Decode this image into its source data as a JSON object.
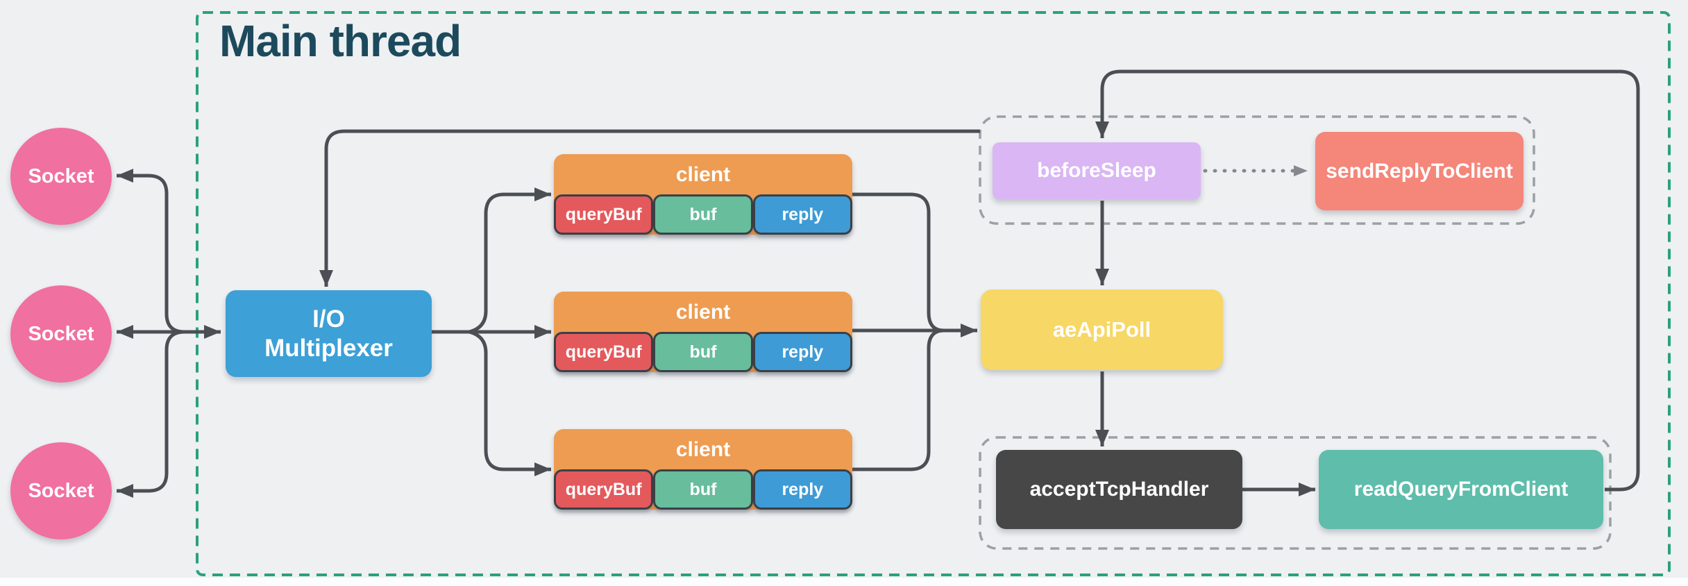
{
  "title": "Main thread",
  "sockets": [
    {
      "label": "Socket"
    },
    {
      "label": "Socket"
    },
    {
      "label": "Socket"
    }
  ],
  "multiplexer": {
    "line1": "I/O",
    "line2": "Multiplexer"
  },
  "clients": [
    {
      "title": "client",
      "fields": [
        "queryBuf",
        "buf",
        "reply"
      ]
    },
    {
      "title": "client",
      "fields": [
        "queryBuf",
        "buf",
        "reply"
      ]
    },
    {
      "title": "client",
      "fields": [
        "queryBuf",
        "buf",
        "reply"
      ]
    }
  ],
  "event_loop": {
    "before_sleep": "beforeSleep",
    "send_reply": "sendReplyToClient",
    "ae_api_poll": "aeApiPoll",
    "accept_tcp": "acceptTcpHandler",
    "read_query": "readQueryFromClient"
  },
  "colors": {
    "background": "#eef0f2",
    "main_thread_border": "#2aa17c",
    "title_text": "#1c4a5c",
    "socket_pink": "#f0709f",
    "multiplexer_blue": "#3da0d6",
    "client_orange": "#ed9c52",
    "querybuf_red": "#e4595c",
    "buf_green": "#68bd9c",
    "reply_blue": "#3e9bd5",
    "before_sleep_lavender": "#dab6f4",
    "send_reply_salmon": "#f5867a",
    "ae_api_poll_yellow": "#f7d765",
    "accept_tcp_dark": "#474747",
    "read_query_teal": "#5ebdab",
    "arrow": "#4b4f54",
    "group_dash": "#9aa0a5"
  }
}
